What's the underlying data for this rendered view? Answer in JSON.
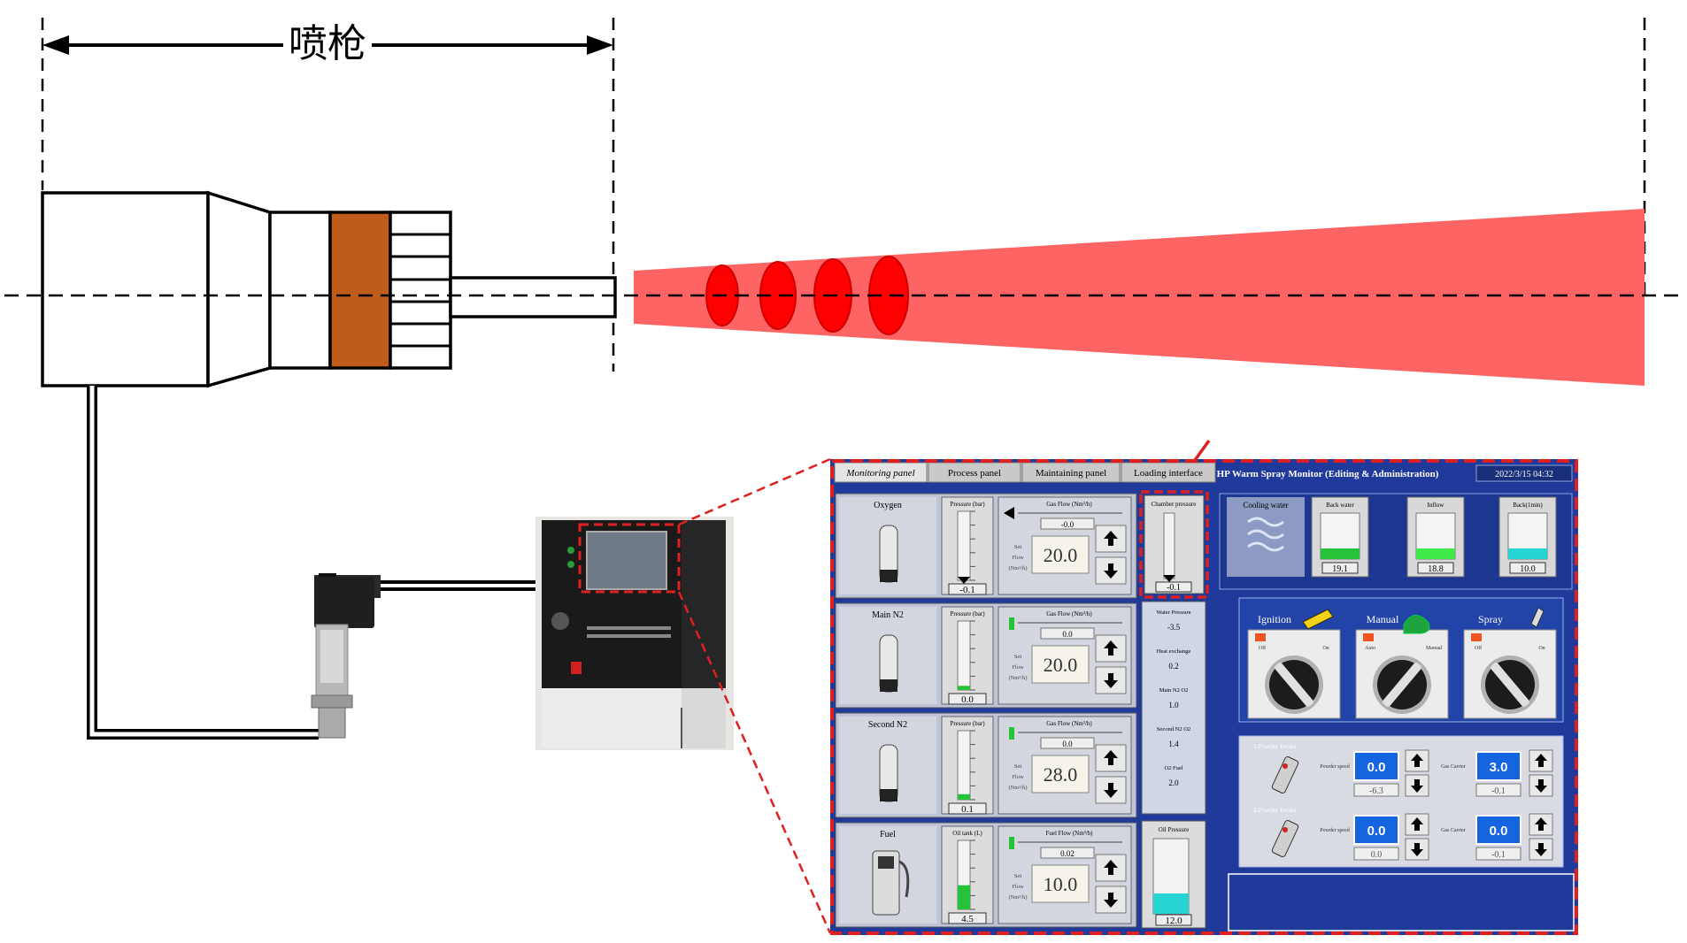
{
  "diagram": {
    "dimension_label": "喷枪",
    "colors": {
      "flame": "#ff6464",
      "droplet": "#ff0000",
      "insulator": "#c05c1a",
      "callout": "#e02020",
      "panel_bg": "#1f3a9a"
    }
  },
  "hmi": {
    "tabs": [
      "Monitoring panel",
      "Process panel",
      "Maintaining panel",
      "Loading interface"
    ],
    "header_title": "HP Warm Spray Monitor (Editing & Administration)",
    "datetime": "2022/3/15 04:32",
    "gas_rows": [
      {
        "name": "Oxygen",
        "gauge_title": "Pressure (bar)",
        "gauge_value": "-0.1",
        "flow_title": "Gas Flow (Nm³/h)",
        "flow_actual": "-0.0",
        "set_value": "20.0"
      },
      {
        "name": "Main N2",
        "gauge_title": "Pressure (bar)",
        "gauge_value": "0.0",
        "flow_title": "Gas Flow (Nm³/h)",
        "flow_actual": "0.0",
        "set_value": "20.0"
      },
      {
        "name": "Second N2",
        "gauge_title": "Pressure (bar)",
        "gauge_value": "0.1",
        "flow_title": "Gas Flow (Nm³/h)",
        "flow_actual": "0.0",
        "set_value": "28.0"
      },
      {
        "name": "Fuel",
        "gauge_title": "Oil tank (L)",
        "gauge_value": "4.5",
        "flow_title": "Fuel Flow (Nm³/h)",
        "flow_actual": "0.02",
        "set_value": "10.0"
      }
    ],
    "set_labels": [
      "Set",
      "Flow",
      "(Nm³/h)"
    ],
    "chamber_pressure": {
      "title": "Chamber pressure",
      "value": "-0.1"
    },
    "side_readouts": [
      {
        "label": "Water Pressure",
        "value": "-3.5"
      },
      {
        "label": "Heat exchange",
        "value": "0.2"
      },
      {
        "label": "Main N2 O2",
        "value": "1.0"
      },
      {
        "label": "Second N2 O2",
        "value": "1.4"
      },
      {
        "label": "O2 Fuel",
        "value": "2.0"
      }
    ],
    "oil_pressure": {
      "title": "Oil Pressure",
      "value": "12.0"
    },
    "cooling": {
      "title": "Cooling water",
      "gauges": [
        {
          "title": "Back water",
          "value": "19.1"
        },
        {
          "title": "Inflow",
          "value": "18.8"
        },
        {
          "title": "Back(1min)",
          "value": "10.0"
        }
      ]
    },
    "switches": [
      {
        "label": "Ignition",
        "left": "Off",
        "right": "On"
      },
      {
        "label": "Manual",
        "left": "Auto",
        "right": "Manual"
      },
      {
        "label": "Spray",
        "left": "Off",
        "right": "On"
      }
    ],
    "feeders": [
      {
        "name": "1.Powder feeder",
        "speed_label": "Powder speed",
        "speed_value": "0.0",
        "speed_actual": "-6.3",
        "carrier_label": "Gas Carrier",
        "carrier_value": "3.0",
        "carrier_actual": "-0.1"
      },
      {
        "name": "2.Powder feeder",
        "speed_label": "Powder speed",
        "speed_value": "0.0",
        "speed_actual": "0.0",
        "carrier_label": "Gas Carrier",
        "carrier_value": "0.0",
        "carrier_actual": "-0.1"
      }
    ]
  }
}
